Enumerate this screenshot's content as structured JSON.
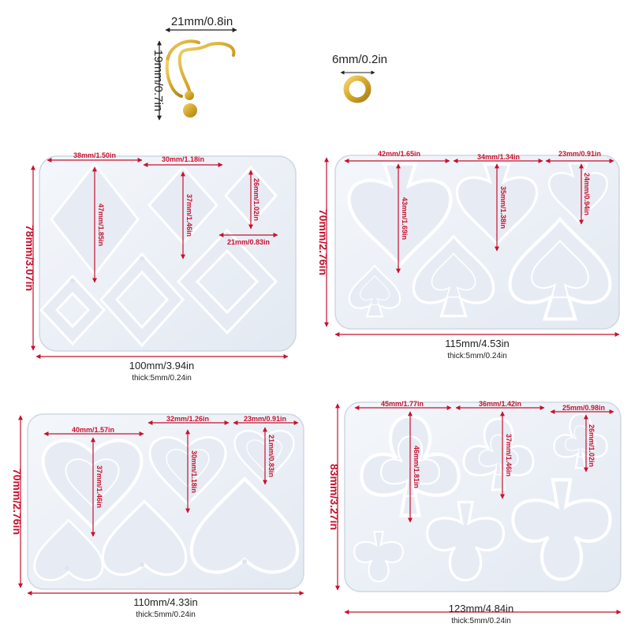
{
  "hardware": {
    "hook_width": "21mm/0.8in",
    "hook_height": "19mm/0.7in",
    "ring_size": "6mm/0.2in"
  },
  "molds": [
    {
      "name": "diamond",
      "width_label": "100mm/3.94in",
      "height_label": "78mm/3.07in",
      "thick_label": "thick:5mm/0.24in",
      "dims": [
        "38mm/1.50in",
        "30mm/1.18in",
        "47mm/1.85in",
        "37mm/1.46in",
        "26mm/1.02in",
        "21mm/0.83in"
      ]
    },
    {
      "name": "spade",
      "width_label": "115mm/4.53in",
      "height_label": "70mm/2.76in",
      "thick_label": "thick:5mm/0.24in",
      "dims": [
        "42mm/1.65in",
        "34mm/1.34in",
        "23mm/0.91in",
        "43mm/1.69in",
        "35mm/1.38in",
        "24mm/0.94in"
      ]
    },
    {
      "name": "heart",
      "width_label": "110mm/4.33in",
      "height_label": "70mm/2.76in",
      "thick_label": "thick:5mm/0.24in",
      "dims": [
        "40mm/1.57in",
        "32mm/1.26in",
        "23mm/0.91in",
        "37mm/1.46in",
        "30mm/1.18in",
        "21mm/0.83in"
      ]
    },
    {
      "name": "club",
      "width_label": "123mm/4.84in",
      "height_label": "83mm/3.27in",
      "thick_label": "thick:5mm/0.24in",
      "dims": [
        "45mm/1.77in",
        "36mm/1.42in",
        "25mm/0.98in",
        "46mm/1.81in",
        "37mm/1.46in",
        "26mm/1.02in"
      ]
    }
  ],
  "colors": {
    "dimension_red": "#c8102e",
    "mold_fill": "#eef2f8",
    "gold": "#d4a62a"
  }
}
